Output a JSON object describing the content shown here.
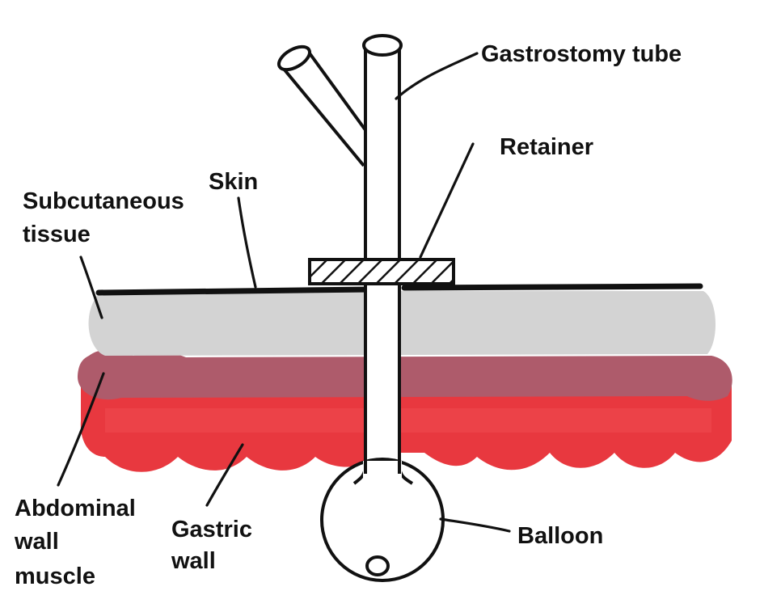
{
  "labels": {
    "gastrostomy_tube": "Gastrostomy tube",
    "retainer": "Retainer",
    "skin": "Skin",
    "subcutaneous": [
      "Subcutaneous",
      "tissue"
    ],
    "abdominal": [
      "Abdominal",
      "wall",
      "muscle"
    ],
    "gastric": [
      "Gastric",
      "wall"
    ],
    "balloon": "Balloon"
  },
  "colors": {
    "skin_line": "#111111",
    "subcutaneous_tissue": "#d3d3d3",
    "abdominal_wall_muscle": "#ae5b6b",
    "gastric_wall": "#e8383f",
    "tube": "#ffffff",
    "outline": "#111111"
  }
}
